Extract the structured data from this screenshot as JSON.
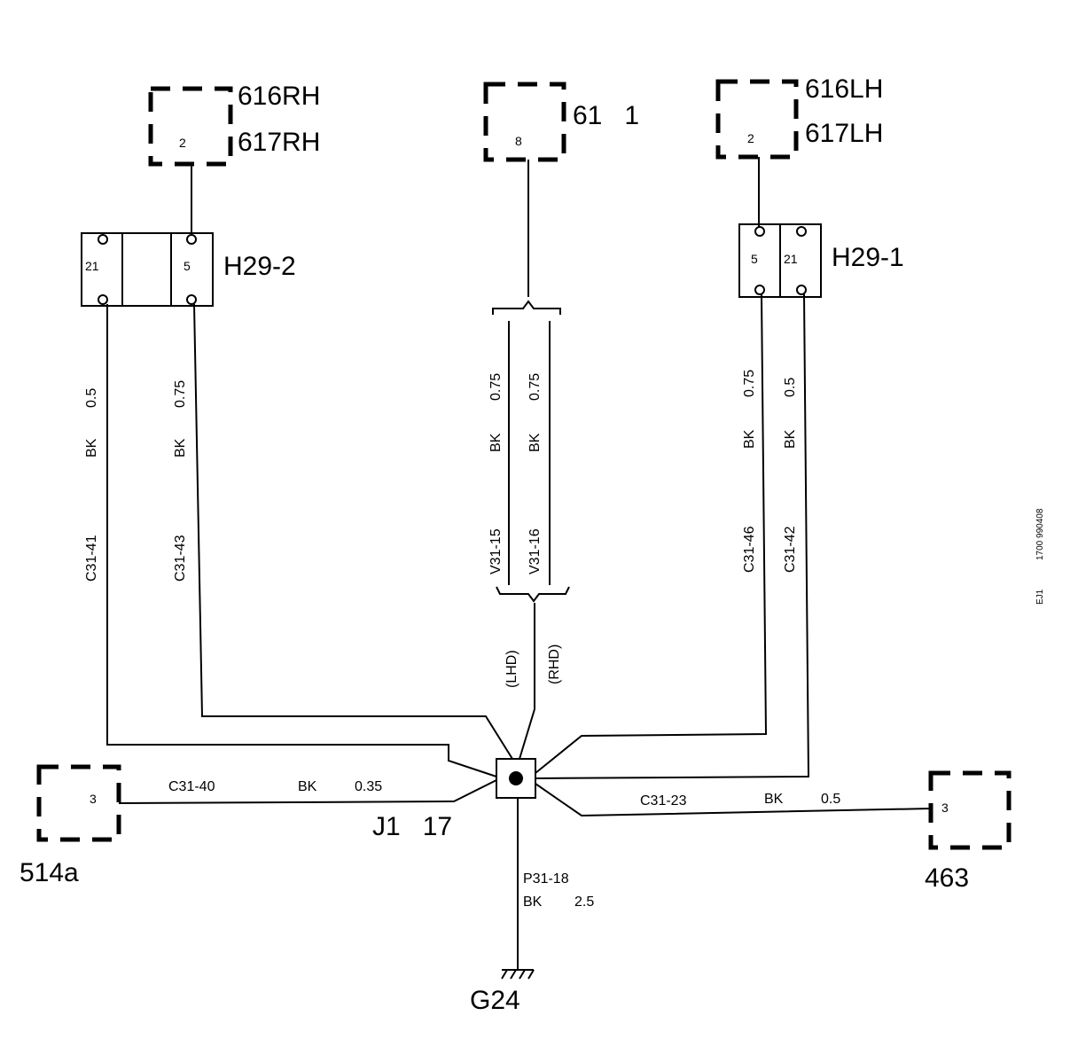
{
  "connectors": {
    "c616rh": {
      "line1": "616RH",
      "line2": "617RH",
      "pin": "2"
    },
    "c611": {
      "label": "61   1",
      "pin": "8"
    },
    "c616lh": {
      "line1": "616LH",
      "line2": "617LH",
      "pin": "2"
    },
    "c514a": {
      "label": "514a",
      "pin": "3"
    },
    "c463": {
      "label": "463",
      "pin": "3"
    }
  },
  "harness": {
    "h29_2": {
      "label": "H29-2",
      "pin_left": "21",
      "pin_right": "5"
    },
    "h29_1": {
      "label": "H29-1",
      "pin_left": "5",
      "pin_right": "21"
    }
  },
  "splice": {
    "label": "J1   17"
  },
  "ground": {
    "label": "G24"
  },
  "wires": {
    "c31_41": {
      "id": "C31-41",
      "color": "BK",
      "gauge": "0.5"
    },
    "c31_43": {
      "id": "C31-43",
      "color": "BK",
      "gauge": "0.75"
    },
    "v31_15": {
      "id": "V31-15",
      "color": "BK",
      "gauge": "0.75"
    },
    "v31_16": {
      "id": "V31-16",
      "color": "BK",
      "gauge": "0.75"
    },
    "c31_46": {
      "id": "C31-46",
      "color": "BK",
      "gauge": "0.75"
    },
    "c31_42": {
      "id": "C31-42",
      "color": "BK",
      "gauge": "0.5"
    },
    "c31_40": {
      "id": "C31-40",
      "color": "BK",
      "gauge": "0.35"
    },
    "c31_23": {
      "id": "C31-23",
      "color": "BK",
      "gauge": "0.5"
    },
    "p31_18": {
      "id": "P31-18",
      "color": "BK",
      "gauge": "2.5"
    }
  },
  "drive_labels": {
    "lhd": "(LHD)",
    "rhd": "(RHD)"
  },
  "sidebar": {
    "code1": "EJ1",
    "code2": "1700 990408"
  }
}
